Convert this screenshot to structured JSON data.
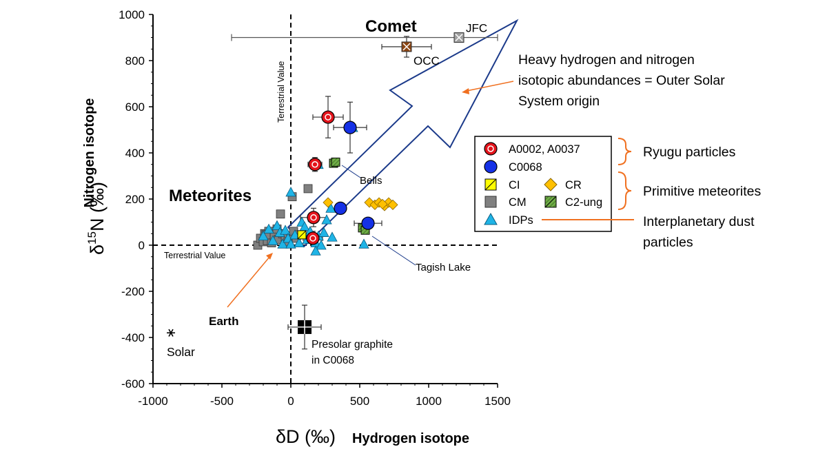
{
  "chart_data": {
    "type": "scatter",
    "xlim": [
      -1000,
      1500
    ],
    "ylim": [
      -600,
      1000
    ],
    "x_ticks": [
      "-1000",
      "-500",
      "0",
      "500",
      "1000",
      "1500"
    ],
    "y_ticks": [
      "1000",
      "800",
      "600",
      "400",
      "200",
      "0",
      "-200",
      "-400",
      "-600"
    ],
    "xlabel_symbol": "δD (‰)",
    "xlabel_text": "Hydrogen isotope",
    "ylabel_symbol": "δ15N (‰)",
    "ylabel_text": "Nitrogen isotope",
    "grid": false,
    "reference_lines": {
      "terrestrial_x": 0,
      "terrestrial_y": 0
    },
    "series": [
      {
        "name": "A0002, A0037",
        "marker": "circle-ring",
        "color": "#e3131b",
        "points": [
          {
            "x": 270,
            "y": 555,
            "xerr": 110,
            "yerr": 90
          },
          {
            "x": 175,
            "y": 350,
            "xerr": 50,
            "yerr": 30
          },
          {
            "x": 165,
            "y": 120,
            "xerr": 95,
            "yerr": 40
          },
          {
            "x": 160,
            "y": 30,
            "xerr": 70,
            "yerr": 30
          }
        ]
      },
      {
        "name": "C0068",
        "marker": "circle",
        "color": "#1531e6",
        "points": [
          {
            "x": 430,
            "y": 510,
            "xerr": 120,
            "yerr": 110
          },
          {
            "x": 360,
            "y": 160,
            "xerr": 0,
            "yerr": 0
          },
          {
            "x": 560,
            "y": 95,
            "xerr": 100,
            "yerr": 0
          }
        ]
      },
      {
        "name": "CI",
        "marker": "square-half",
        "color": "#ffff00",
        "points": [
          {
            "x": 80,
            "y": 45
          }
        ]
      },
      {
        "name": "CR",
        "marker": "diamond",
        "color": "#ffc000",
        "points": [
          {
            "x": 270,
            "y": 185
          },
          {
            "x": 570,
            "y": 185
          },
          {
            "x": 610,
            "y": 175
          },
          {
            "x": 640,
            "y": 185
          },
          {
            "x": 680,
            "y": 170
          },
          {
            "x": 710,
            "y": 185
          },
          {
            "x": 740,
            "y": 175
          },
          {
            "x": 665,
            "y": 178
          }
        ]
      },
      {
        "name": "CM",
        "marker": "square",
        "color": "#808080",
        "points": [
          {
            "x": -240,
            "y": 0
          },
          {
            "x": -220,
            "y": 30
          },
          {
            "x": -200,
            "y": 15
          },
          {
            "x": -190,
            "y": 50
          },
          {
            "x": -170,
            "y": 20
          },
          {
            "x": -160,
            "y": 60
          },
          {
            "x": -140,
            "y": 10
          },
          {
            "x": -120,
            "y": 40
          },
          {
            "x": -100,
            "y": 70
          },
          {
            "x": -90,
            "y": 25
          },
          {
            "x": -75,
            "y": 135
          },
          {
            "x": -60,
            "y": 50
          },
          {
            "x": -40,
            "y": 30
          },
          {
            "x": -20,
            "y": 15
          },
          {
            "x": 0,
            "y": 40
          },
          {
            "x": 20,
            "y": 60
          },
          {
            "x": 40,
            "y": 30
          },
          {
            "x": 60,
            "y": 45
          },
          {
            "x": 125,
            "y": 245
          },
          {
            "x": 10,
            "y": 210
          },
          {
            "x": -180,
            "y": 45
          }
        ]
      },
      {
        "name": "C2-ung",
        "marker": "square-hatch",
        "color": "#70ad47",
        "points": [
          {
            "x": 310,
            "y": 355
          },
          {
            "x": 325,
            "y": 360
          },
          {
            "x": 520,
            "y": 75
          },
          {
            "x": 540,
            "y": 65
          }
        ]
      },
      {
        "name": "IDPs",
        "marker": "triangle",
        "color": "#1fb4e6",
        "points": [
          {
            "x": -200,
            "y": 40
          },
          {
            "x": -160,
            "y": 70
          },
          {
            "x": -130,
            "y": 20
          },
          {
            "x": -100,
            "y": 85
          },
          {
            "x": -80,
            "y": 55
          },
          {
            "x": -60,
            "y": 5
          },
          {
            "x": -40,
            "y": 65
          },
          {
            "x": -20,
            "y": 30
          },
          {
            "x": 0,
            "y": 230
          },
          {
            "x": 0,
            "y": 5
          },
          {
            "x": 30,
            "y": 45
          },
          {
            "x": 60,
            "y": 10
          },
          {
            "x": 80,
            "y": 100
          },
          {
            "x": 100,
            "y": 80
          },
          {
            "x": 120,
            "y": 25
          },
          {
            "x": 140,
            "y": 60
          },
          {
            "x": 160,
            "y": 120
          },
          {
            "x": 180,
            "y": 10
          },
          {
            "x": 200,
            "y": 40
          },
          {
            "x": 220,
            "y": 0
          },
          {
            "x": 240,
            "y": 55
          },
          {
            "x": 260,
            "y": 110
          },
          {
            "x": 180,
            "y": -25
          },
          {
            "x": 290,
            "y": 160
          },
          {
            "x": 300,
            "y": 35
          },
          {
            "x": 450,
            "y": 510
          },
          {
            "x": 530,
            "y": 5
          },
          {
            "x": 200,
            "y": 350
          }
        ]
      }
    ],
    "special_points": [
      {
        "label": "JFC",
        "x": 1220,
        "y": 900,
        "marker": "square-x",
        "color": "#a0a0a0",
        "xerr_low": 1650,
        "xerr_high": 280
      },
      {
        "label": "OCC",
        "x": 840,
        "y": 860,
        "marker": "square-x",
        "color": "#8b4513",
        "xerr": 180,
        "yerr": 45
      },
      {
        "label": "Presolar graphite\nin C0068",
        "x": 100,
        "y": -355,
        "marker": "square",
        "color": "#000000",
        "xerr": 120,
        "yerr": 95
      },
      {
        "label": "Solar",
        "x": -870,
        "y": -380,
        "marker": "asterisk",
        "color": "#000000"
      }
    ],
    "legend": {
      "placement": "right",
      "entries": [
        "A0002, A0037",
        "C0068",
        "CI",
        "CR",
        "CM",
        "C2-ung",
        "IDPs"
      ]
    },
    "annotations": {
      "comet": "Comet",
      "meteorites": "Meteorites",
      "earth": "Earth",
      "bells": "Bells",
      "tagish": "Tagish Lake",
      "terrestrial_vertical": "Terrestrial Value",
      "terrestrial_horizontal": "Terrestrial Value",
      "arrow_note": [
        "Heavy hydrogen and nitrogen",
        "isotopic abundances = Outer Solar",
        "System origin"
      ],
      "ryugu": "Ryugu particles",
      "primitive": "Primitive meteorites",
      "idp_note": [
        "Interplanetary dust",
        "particles"
      ]
    },
    "colors": {
      "annotation_line": "#f07020",
      "big_arrow": "#1b3a8a"
    }
  }
}
